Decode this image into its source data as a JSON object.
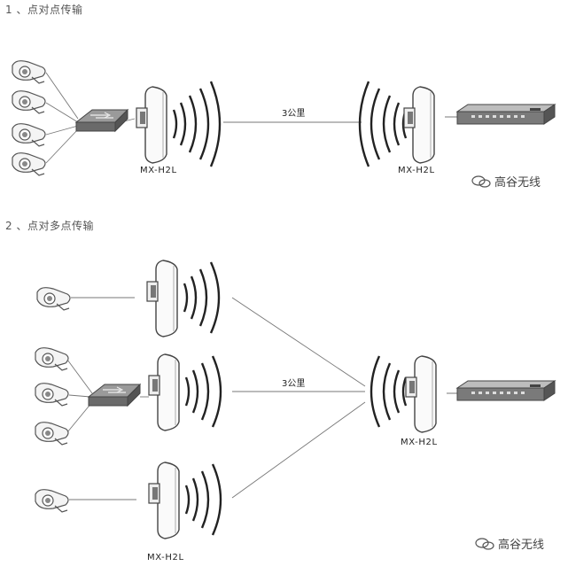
{
  "section1": {
    "title": "1 、点对点传输",
    "left_device_label": "MX-H2L",
    "right_device_label": "MX-H2L",
    "distance_label": "3公里",
    "watermark": "高谷无线"
  },
  "section2": {
    "title": "2 、点对多点传输",
    "bottom_device_label": "MX-H2L",
    "right_device_label": "MX-H2L",
    "distance_label": "3公里",
    "watermark": "高谷无线"
  }
}
